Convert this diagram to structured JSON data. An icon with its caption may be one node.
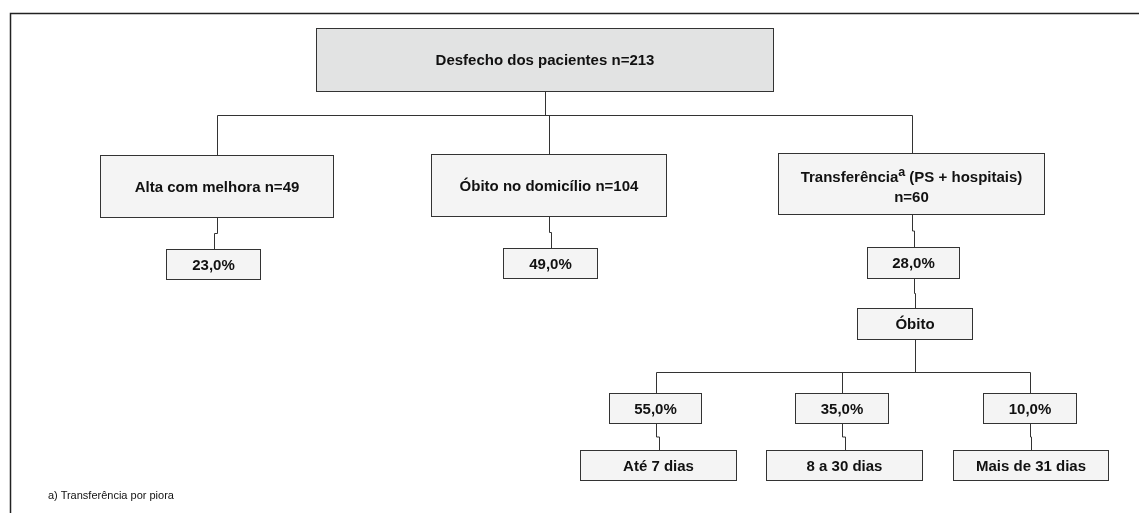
{
  "diagram": {
    "nodes": [
      {
        "text": [
          "Desfecho dos pacientes n=213"
        ]
      },
      {
        "text": [
          "Alta com melhora n=49"
        ]
      },
      {
        "text": [
          "Óbito no domicílio n=104"
        ]
      },
      {
        "text": [
          "Transferência$^{a}$ (PS + hospitais) n=60"
        ]
      },
      {
        "text": [
          "23,0%"
        ]
      },
      {
        "text": [
          "49,0%"
        ]
      },
      {
        "text": [
          "28,0%"
        ]
      },
      {
        "text": [
          "Óbito"
        ]
      },
      {
        "text": [
          "55,0%"
        ]
      },
      {
        "text": [
          "35,0%"
        ]
      },
      {
        "text": [
          "10,0%"
        ]
      },
      {
        "text": [
          "Até 7 dias"
        ]
      },
      {
        "text": [
          "8 a 30 dias"
        ]
      },
      {
        "text": [
          "Mais de 31 dias"
        ]
      }
    ],
    "edges": [
      {
        "from": 0,
        "to": 1,
        "arrow": "none"
      },
      {
        "from": 0,
        "to": 2,
        "arrow": "none"
      },
      {
        "from": 0,
        "to": 3,
        "arrow": "none"
      },
      {
        "from": 1,
        "to": 4,
        "arrow": "none"
      },
      {
        "from": 2,
        "to": 5,
        "arrow": "none"
      },
      {
        "from": 3,
        "to": 6,
        "arrow": "none"
      },
      {
        "from": 6,
        "to": 7,
        "arrow": "none"
      },
      {
        "from": 7,
        "to": 8,
        "arrow": "none"
      },
      {
        "from": 7,
        "to": 9,
        "arrow": "none"
      },
      {
        "from": 7,
        "to": 10,
        "arrow": "none"
      },
      {
        "from": 8,
        "to": 11,
        "arrow": "none"
      },
      {
        "from": 9,
        "to": 12,
        "arrow": "none"
      },
      {
        "from": 10,
        "to": 13,
        "arrow": "none"
      }
    ],
    "labels": [
      "a) Transferência por piora"
    ]
  }
}
